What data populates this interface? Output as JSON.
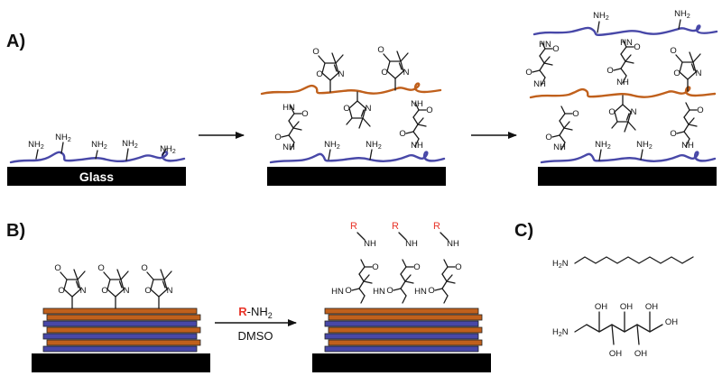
{
  "panel_labels": {
    "a": "A)",
    "b": "B)",
    "c": "C)"
  },
  "substrate": {
    "glass": "Glass"
  },
  "reaction": {
    "reagent_prefix": "R",
    "reagent_suffix": "-NH",
    "reagent_subscript": "2",
    "solvent": "DMSO",
    "product_r": "R"
  },
  "chem": {
    "nh2": "NH",
    "nh2_sub": "2",
    "nh": "NH",
    "hn": "HN",
    "oh": "OH",
    "o": "O",
    "n": "N",
    "h2n": "H",
    "h2n_tail": "N",
    "two": "2"
  },
  "colors": {
    "blue_polymer": "#4848a8",
    "orange_polymer": "#c0601c",
    "substrate": "#000000",
    "r_group": "#e8352a",
    "bonds": "#1a1a1a"
  }
}
